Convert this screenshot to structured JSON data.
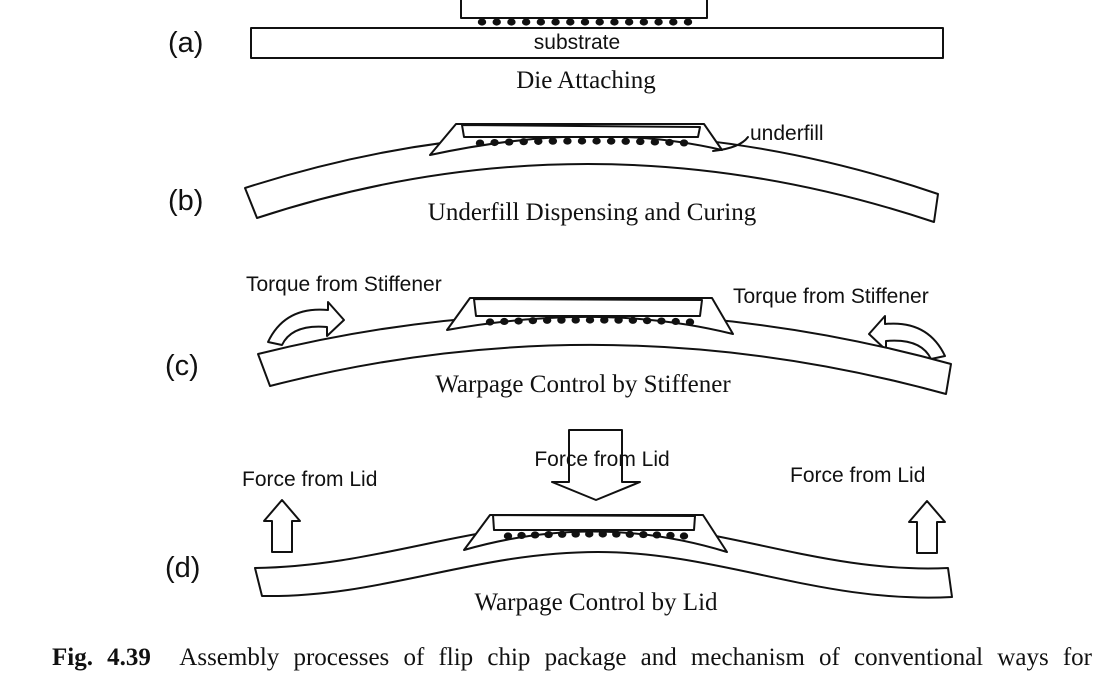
{
  "panels": {
    "a": {
      "letter": "(a)",
      "substrate_label": "substrate",
      "title": "Die Attaching"
    },
    "b": {
      "letter": "(b)",
      "underfill_label": "underfill",
      "title": "Underfill Dispensing and Curing"
    },
    "c": {
      "letter": "(c)",
      "torque_left": "Torque from Stiffener",
      "torque_right": "Torque from Stiffener",
      "title": "Warpage Control by Stiffener"
    },
    "d": {
      "letter": "(d)",
      "force_left": "Force from Lid",
      "force_center": "Force from Lid",
      "force_right": "Force from Lid",
      "title": "Warpage Control by Lid"
    }
  },
  "caption": {
    "fig_number": "Fig. 4.39",
    "text": "Assembly processes of flip chip package and mechanism of conventional ways for"
  }
}
